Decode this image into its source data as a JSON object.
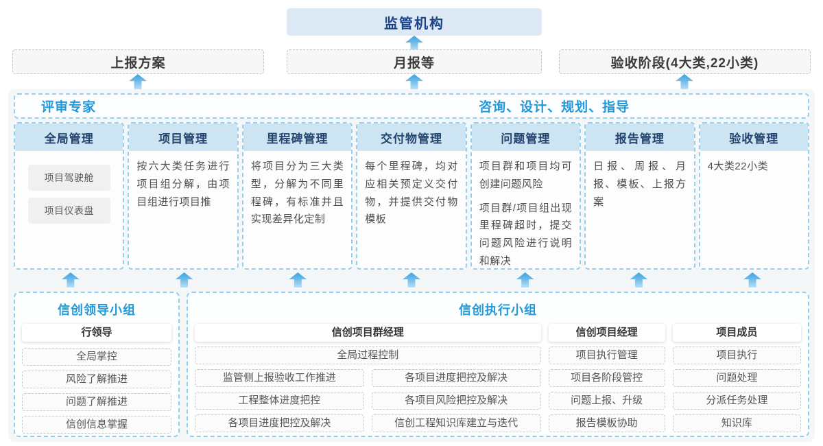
{
  "colors": {
    "accent_blue": "#2199da",
    "navy": "#1c4381",
    "column_header_bg": "#cde4f2",
    "arrow_blue": "#4fb0e6"
  },
  "icons": {
    "arrow_up": "block-arrow-up"
  },
  "top": {
    "regulator": "监管机构",
    "outputs": [
      {
        "label": "上报方案"
      },
      {
        "label": "月报等"
      },
      {
        "label": "验收阶段(4大类,22小类)"
      }
    ]
  },
  "platform": {
    "expert_label": "评审专家",
    "service_label": "咨询、设计、规划、指导",
    "columns": [
      {
        "title": "全局管理",
        "items": [
          "项目驾驶舱",
          "项目仪表盘"
        ]
      },
      {
        "title": "项目管理",
        "body": "按六大类任务进行项目组分解，由项目组进行项目推"
      },
      {
        "title": "里程碑管理",
        "body": "将项目分为三大类型，分解为不同里程碑，有标准并且实现差异化定制"
      },
      {
        "title": "交付物管理",
        "body": "每个里程碑，均对应相关预定义交付物，并提供交付物模板"
      },
      {
        "title": "问题管理",
        "body": "项目群和项目均可创建问题风险",
        "body2": "项目群/项目组出现里程碑超时，提交问题风险进行说明和解决"
      },
      {
        "title": "报告管理",
        "body": "日报、周报、月报、模板、上报方案"
      },
      {
        "title": "验收管理",
        "body": "4大类22小类"
      }
    ]
  },
  "teams": {
    "leader_group": {
      "title": "信创领导小组",
      "role": "行领导",
      "duties": [
        "全局掌控",
        "风险了解推进",
        "问题了解推进",
        "信创信息掌握"
      ]
    },
    "exec_group": {
      "title": "信创执行小组",
      "program_manager": {
        "role": "信创项目群经理",
        "duty_full": "全局过程控制",
        "duties_left": [
          "监管侧上报验收工作推进",
          "工程整体进度把控",
          "各项目进度把控及解决"
        ],
        "duties_right": [
          "各项目进度把控及解决",
          "各项目风险把控及解决",
          "信创工程知识库建立与迭代"
        ]
      },
      "project_manager": {
        "role": "信创项目经理",
        "duties": [
          "项目执行管理",
          "项目各阶段管控",
          "问题上报、升级",
          "报告模板协助"
        ]
      },
      "member": {
        "role": "项目成员",
        "duties": [
          "项目执行",
          "问题处理",
          "分派任务处理",
          "知识库"
        ]
      }
    }
  }
}
